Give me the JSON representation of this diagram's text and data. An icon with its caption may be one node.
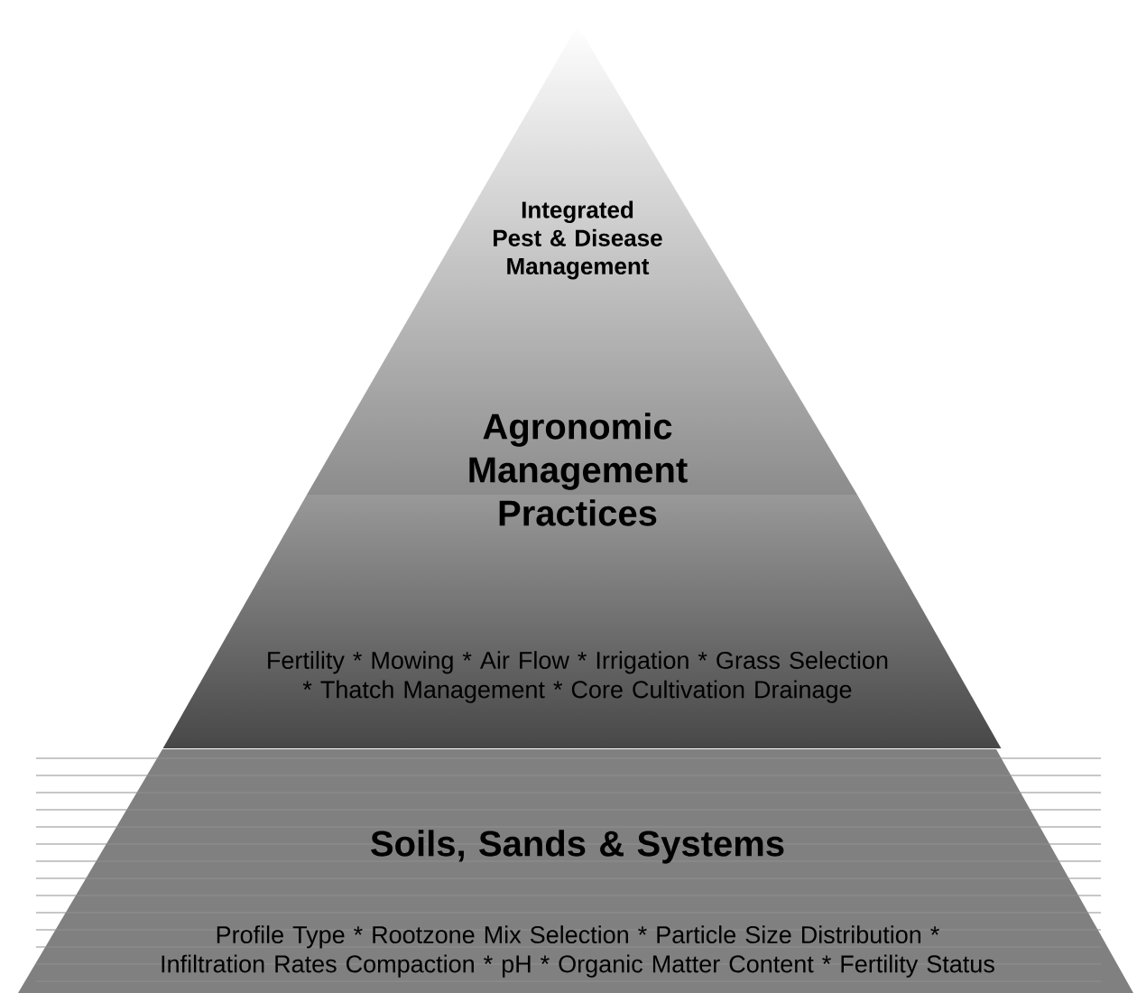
{
  "diagram": {
    "nodes": [
      {
        "text": [
          "Integrated Pest & Disease Management"
        ]
      },
      {
        "text": [
          "Agronomic Management Practices",
          "Fertility * Mowing * Air Flow * Irrigation * Grass Selection * Thatch Management * Core Cultivation Drainage"
        ]
      },
      {
        "text": [
          "Soils, Sands & Systems",
          "Profile Type * Rootzone Mix Selection * Particle Size Distribution * Infiltration Rates Compaction * pH * Organic Matter Content * Fertility Status"
        ]
      }
    ]
  }
}
